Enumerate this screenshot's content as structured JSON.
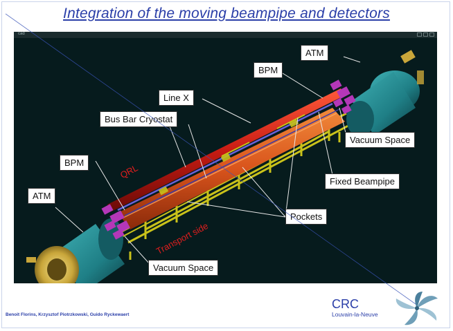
{
  "slide": {
    "title": "Integration of the moving beampipe and detectors",
    "authors": "Benoit Florins, Krzysztof Piotrzkowski, Guido Ryckewaert",
    "org_name": "CRC",
    "org_city": "Louvain-la-Neuve"
  },
  "diagram": {
    "window_label": "cad",
    "callouts": {
      "atm_top": "ATM",
      "bpm_top": "BPM",
      "line_x": "Line X",
      "bus_bar": "Bus Bar Cryostat",
      "vacuum_top": "Vacuum Space",
      "bpm_left": "BPM",
      "fixed_beampipe": "Fixed Beampipe",
      "atm_left": "ATM",
      "pockets": "Pockets",
      "vacuum_bottom": "Vacuum Space"
    },
    "red_labels": {
      "qrl": "QRL",
      "transport": "Transport side"
    }
  },
  "colors": {
    "title": "#2a3ea8",
    "panel_bg": "#061b1d",
    "cryostat": "#d9541c",
    "qrl_pipe": "#c81c14",
    "frame": "#c9c21a",
    "vessel": "#1f7f86",
    "pockets": "#b437b8",
    "label_red": "#e01e1e"
  }
}
